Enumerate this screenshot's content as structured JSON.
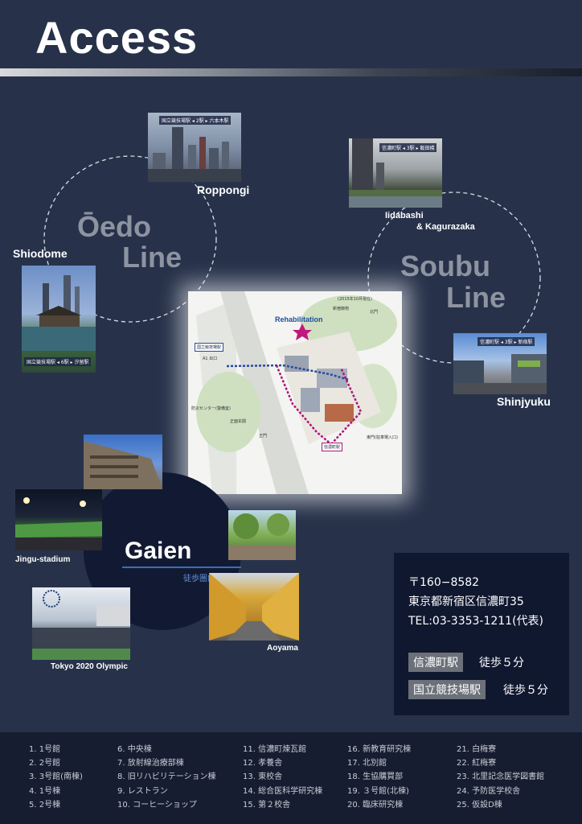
{
  "title": "Access",
  "lines": {
    "oedo": {
      "line1": "Ōedo",
      "line2": "Line"
    },
    "soubu": {
      "line1": "Soubu",
      "line2": "Line"
    }
  },
  "stations": {
    "roppongi": {
      "label": "Roppongi",
      "sign": "国立競技場駅 ◂ 2駅 ▸ 六本木駅"
    },
    "shiodome": {
      "label": "Shiodome",
      "sign": "国立競技場駅 ◂ 6駅 ▸ 汐留駅"
    },
    "iidabashi": {
      "label1": "Iidabashi",
      "label2": "& Kagurazaka",
      "sign": "信濃町駅 ◂ 3駅 ▸ 飯田橋"
    },
    "shinjyuku": {
      "label": "Shinjyuku",
      "sign": "信濃町駅 ◂ 3駅 ▸ 新宿駅"
    }
  },
  "map": {
    "rehab": "Rehabilitation",
    "date": "(2015年10月現在)",
    "kokuritsu_box": "国立競技場駅",
    "shinanomachi_box": "信濃町駅",
    "tags": {
      "north": "北門",
      "a1": "A1 出口",
      "east": "東門(駐車場入口)",
      "bousai": "防災センター(警備室)",
      "front": "正面玄関",
      "south": "正門",
      "kagaku": "新宿御苑"
    }
  },
  "gaien": {
    "label": "Gaien",
    "sub": "徒歩圏内",
    "places": {
      "jingu": "Jingu-stadium",
      "olympic": "Tokyo 2020 Olympic",
      "aoyama": "Aoyama"
    }
  },
  "info": {
    "postal": "〒160−8582",
    "address": "東京都新宿区信濃町35",
    "tel": "TEL:03-3353-1211(代表)",
    "station1": "信濃町駅",
    "walk1": "徒歩５分",
    "station2": "国立競技場駅",
    "walk2": "徒歩５分"
  },
  "legend": {
    "col1": [
      "1.  1号館",
      "2.  2号館",
      "3.  3号館(南棟)",
      "4.  1号棟",
      "5.  2号棟"
    ],
    "col2": [
      "6.  中央棟",
      "7.  放射線治療部棟",
      "8.  旧リハビリテーション棟",
      "9.  レストラン",
      "10.  コーヒーショップ"
    ],
    "col3": [
      "11.  信濃町煉瓦館",
      "12.  孝養舎",
      "13.  東校舎",
      "14.  総合医科学研究棟",
      "15.  第２校舎"
    ],
    "col4": [
      "16.  新教育研究棟",
      "17.  北別館",
      "18.  生協購買部",
      "19.  ３号館(北棟)",
      "20.  臨床研究棟"
    ],
    "col5": [
      "21.  白梅寮",
      "22.  紅梅寮",
      "23.  北里記念医学図書館",
      "24.  予防医学校舎",
      "25.  仮設D棟"
    ]
  },
  "colors": {
    "background": "#27324a",
    "legend_bg": "#161d31",
    "info_bg": "#101830",
    "line_text": "#8d93a1",
    "accent_blue": "#3a6db8",
    "route_pink": "#b0157a"
  }
}
